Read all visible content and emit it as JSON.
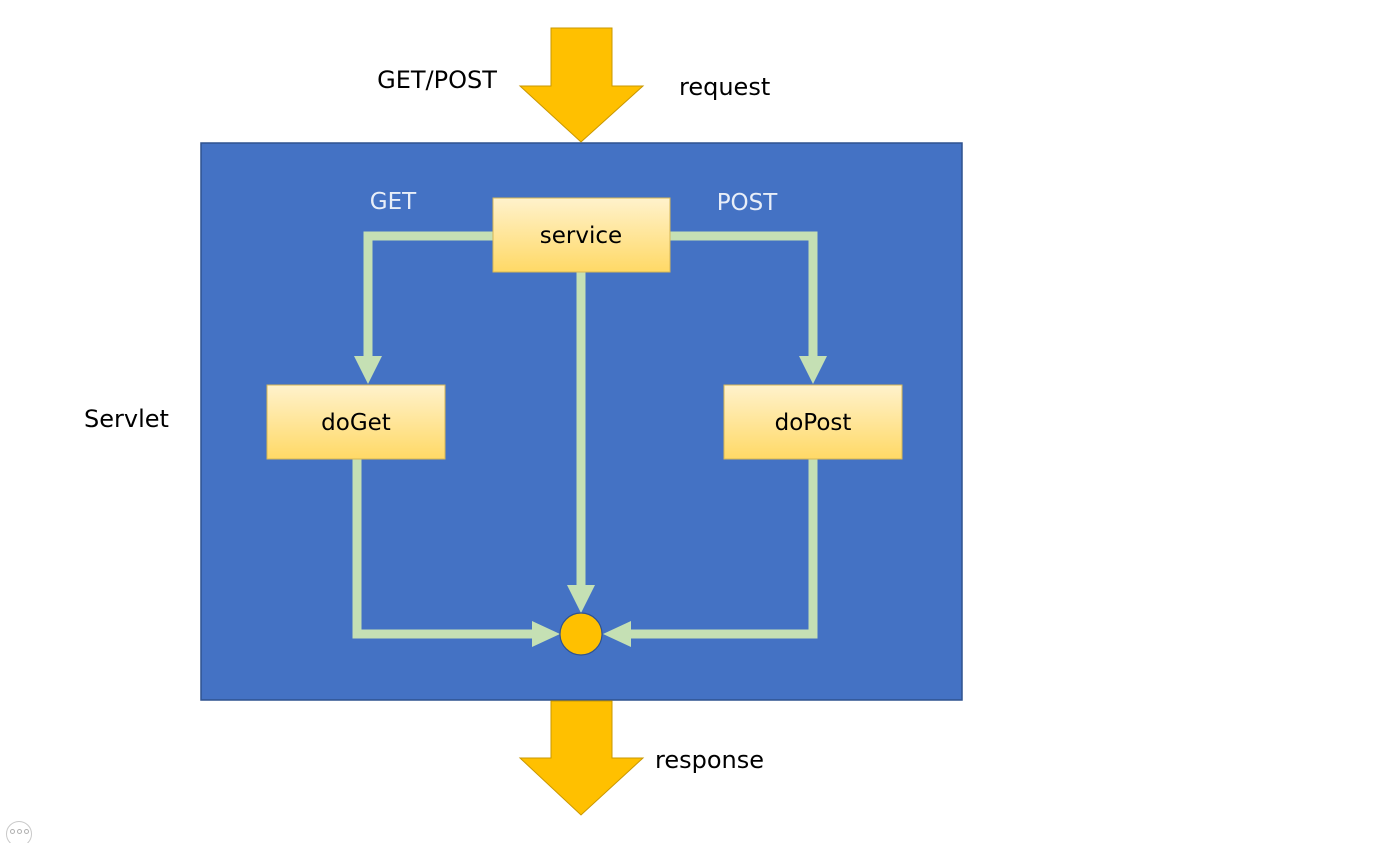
{
  "diagram": {
    "labels": {
      "method": "GET/POST",
      "request": "request",
      "container": "Servlet",
      "get_branch": "GET",
      "post_branch": "POST",
      "response": "response"
    },
    "nodes": {
      "service": "service",
      "do_get": "doGet",
      "do_post": "doPost"
    }
  },
  "colors": {
    "container_fill": "#4472c4",
    "container_border": "#2f528f",
    "big_arrow": "#ffc000",
    "connector": "#c5e0b4",
    "box_gradient_top": "#fff2cc",
    "box_gradient_bottom": "#ffd966",
    "box_border": "#d6b656",
    "join_node": "#ffc000"
  },
  "icons": {
    "request_arrow": "down-arrow-icon",
    "response_arrow": "down-arrow-icon",
    "join_node": "circle-icon",
    "slide_nav": "more-dots-icon"
  }
}
